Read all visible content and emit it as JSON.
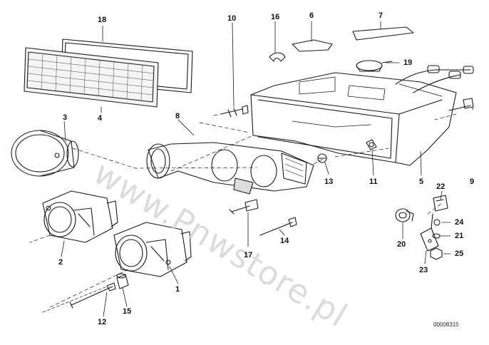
{
  "watermark": "www.Pnwstore.pl",
  "drawing_id": "00008315",
  "callouts": {
    "c1": "1",
    "c2": "2",
    "c3": "3",
    "c4": "4",
    "c5": "5",
    "c6": "6",
    "c7": "7",
    "c8": "8",
    "c9": "9",
    "c10": "10",
    "c11": "11",
    "c12": "12",
    "c13": "13",
    "c14": "14",
    "c15": "15",
    "c16": "16",
    "c17": "17",
    "c18": "18",
    "c19": "19",
    "c20": "20",
    "c21": "21",
    "c22": "22",
    "c23": "23",
    "c24": "24",
    "c25": "25"
  },
  "colors": {
    "line": "#1a1a1a",
    "watermark": "#cfcfcf"
  }
}
